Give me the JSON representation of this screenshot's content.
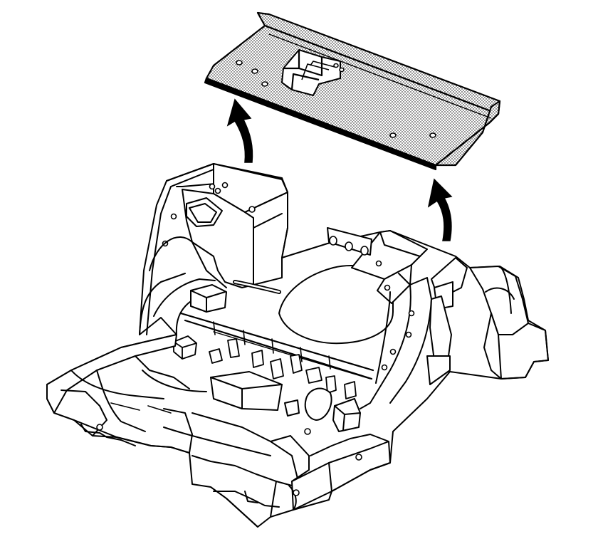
{
  "diagram": {
    "style": "black line-art exploded view",
    "parts": [
      {
        "name": "floor-panel-crossmember",
        "shading": "stippled",
        "state": "removed"
      },
      {
        "name": "rear-floor-pan",
        "shading": "none",
        "state": "installed"
      }
    ],
    "arrows": [
      {
        "name": "left-removal-arrow",
        "direction": "up"
      },
      {
        "name": "right-removal-arrow",
        "direction": "up"
      }
    ],
    "colors": {
      "line": "#000000",
      "background": "#ffffff",
      "stipple": "#000000"
    }
  }
}
